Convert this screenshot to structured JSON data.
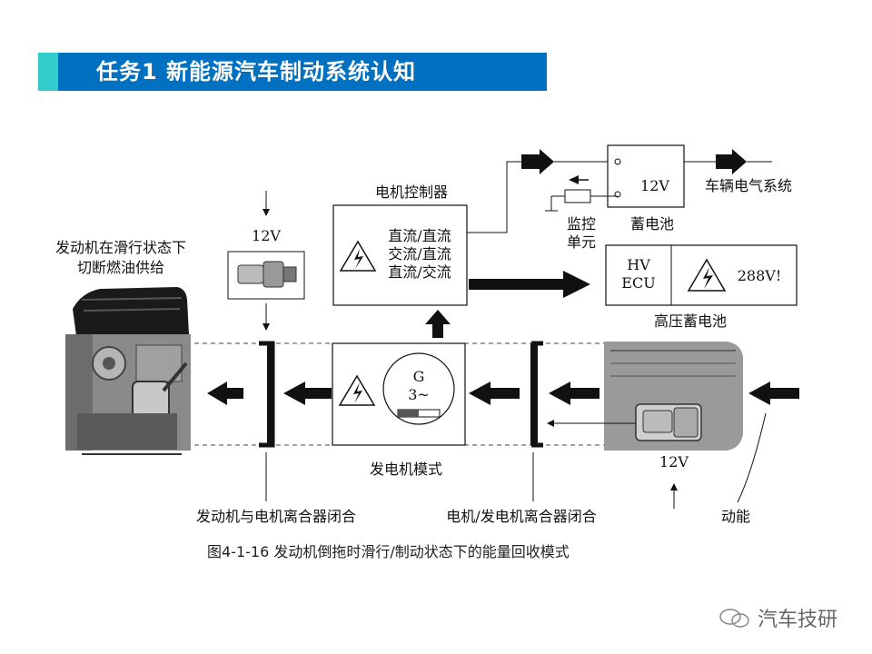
{
  "header": {
    "title": "任务1  新能源汽车制动系统认知"
  },
  "diagram": {
    "engine_note_line1": "发动机在滑行状态下",
    "engine_note_line2": "切断燃油供给",
    "starter_voltage": "12V",
    "controller_title": "电机控制器",
    "controller_line1": "直流/直流",
    "controller_line2": "交流/直流",
    "controller_line3": "直流/交流",
    "battery12_voltage": "12V",
    "battery12_label": "蓄电池",
    "vehicle_electric": "车辆电气系统",
    "monitor_line1": "监控",
    "monitor_line2": "单元",
    "hv_ecu_line1": "HV",
    "hv_ecu_line2": "ECU",
    "hv_voltage": "288V!",
    "hv_battery_label": "高压蓄电池",
    "generator_symbol": "G",
    "generator_phase": "3~",
    "generator_mode": "发电机模式",
    "gearbox_voltage": "12V",
    "clutch1_label": "发动机与电机离合器闭合",
    "clutch2_label": "电机/发电机离合器闭合",
    "kinetic_label": "动能"
  },
  "caption": "图4-1-16  发动机倒拖时滑行/制动状态下的能量回收模式",
  "watermark": "汽车技研"
}
